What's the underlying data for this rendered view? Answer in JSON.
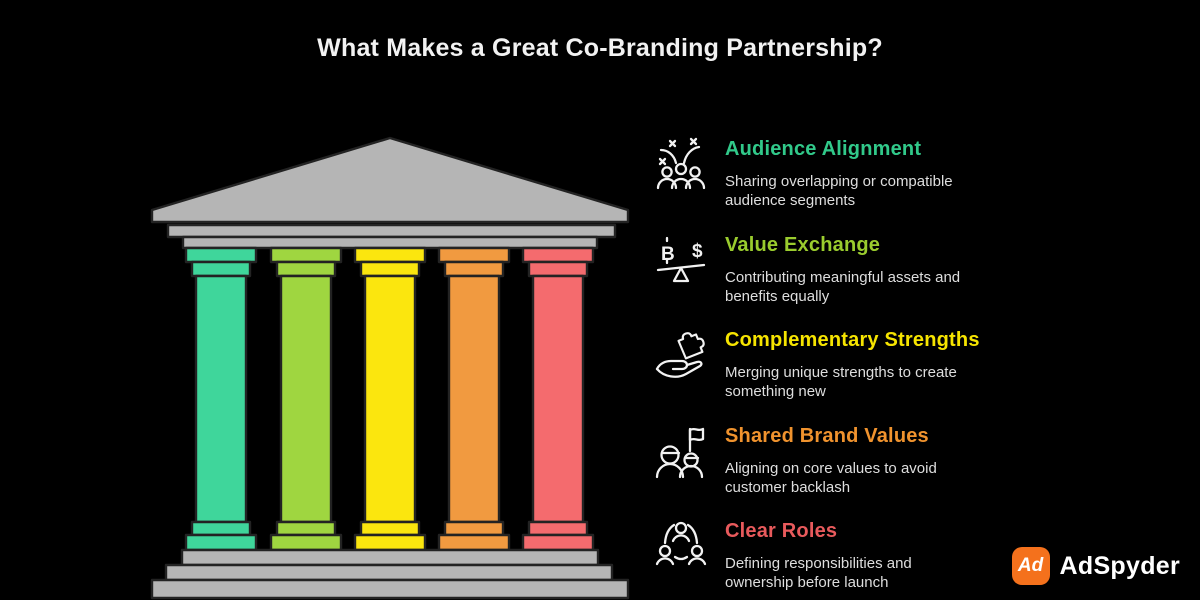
{
  "title": "What Makes a Great Co-Branding Partnership?",
  "colors": {
    "background": "#000000",
    "temple_gray": "#b5b5b5",
    "temple_outline": "#232323",
    "title_text": "#f2f2f2",
    "description_text": "#dedede"
  },
  "pillars": [
    {
      "label": "Audience Alignment",
      "color": "#3fd69b"
    },
    {
      "label": "Value Exchange",
      "color": "#9fd640"
    },
    {
      "label": "Complementary Strengths",
      "color": "#fbe60e"
    },
    {
      "label": "Shared Brand Values",
      "color": "#f19a40"
    },
    {
      "label": "Clear Roles",
      "color": "#f46b6e"
    }
  ],
  "items": [
    {
      "icon": "audience-sparkle-icon",
      "title": "Audience Alignment",
      "title_color": "#31c98a",
      "description": "Sharing overlapping or compatible audience segments"
    },
    {
      "icon": "balance-icon",
      "title": "Value Exchange",
      "title_color": "#9acc2e",
      "description": "Contributing meaningful assets and benefits equally",
      "balance_left": "B",
      "balance_right": "$"
    },
    {
      "icon": "hand-puzzle-icon",
      "title": "Complementary Strengths",
      "title_color": "#f6e400",
      "description": "Merging unique strengths to create something new"
    },
    {
      "icon": "flag-people-icon",
      "title": "Shared Brand Values",
      "title_color": "#f0932e",
      "description": "Aligning on core values to avoid customer backlash"
    },
    {
      "icon": "team-network-icon",
      "title": "Clear Roles",
      "title_color": "#e85a5c",
      "description": "Defining responsibilities and ownership before launch"
    }
  ],
  "brand": {
    "name": "AdSpyder",
    "monogram": "Ad",
    "logo_color": "#f4711c"
  }
}
